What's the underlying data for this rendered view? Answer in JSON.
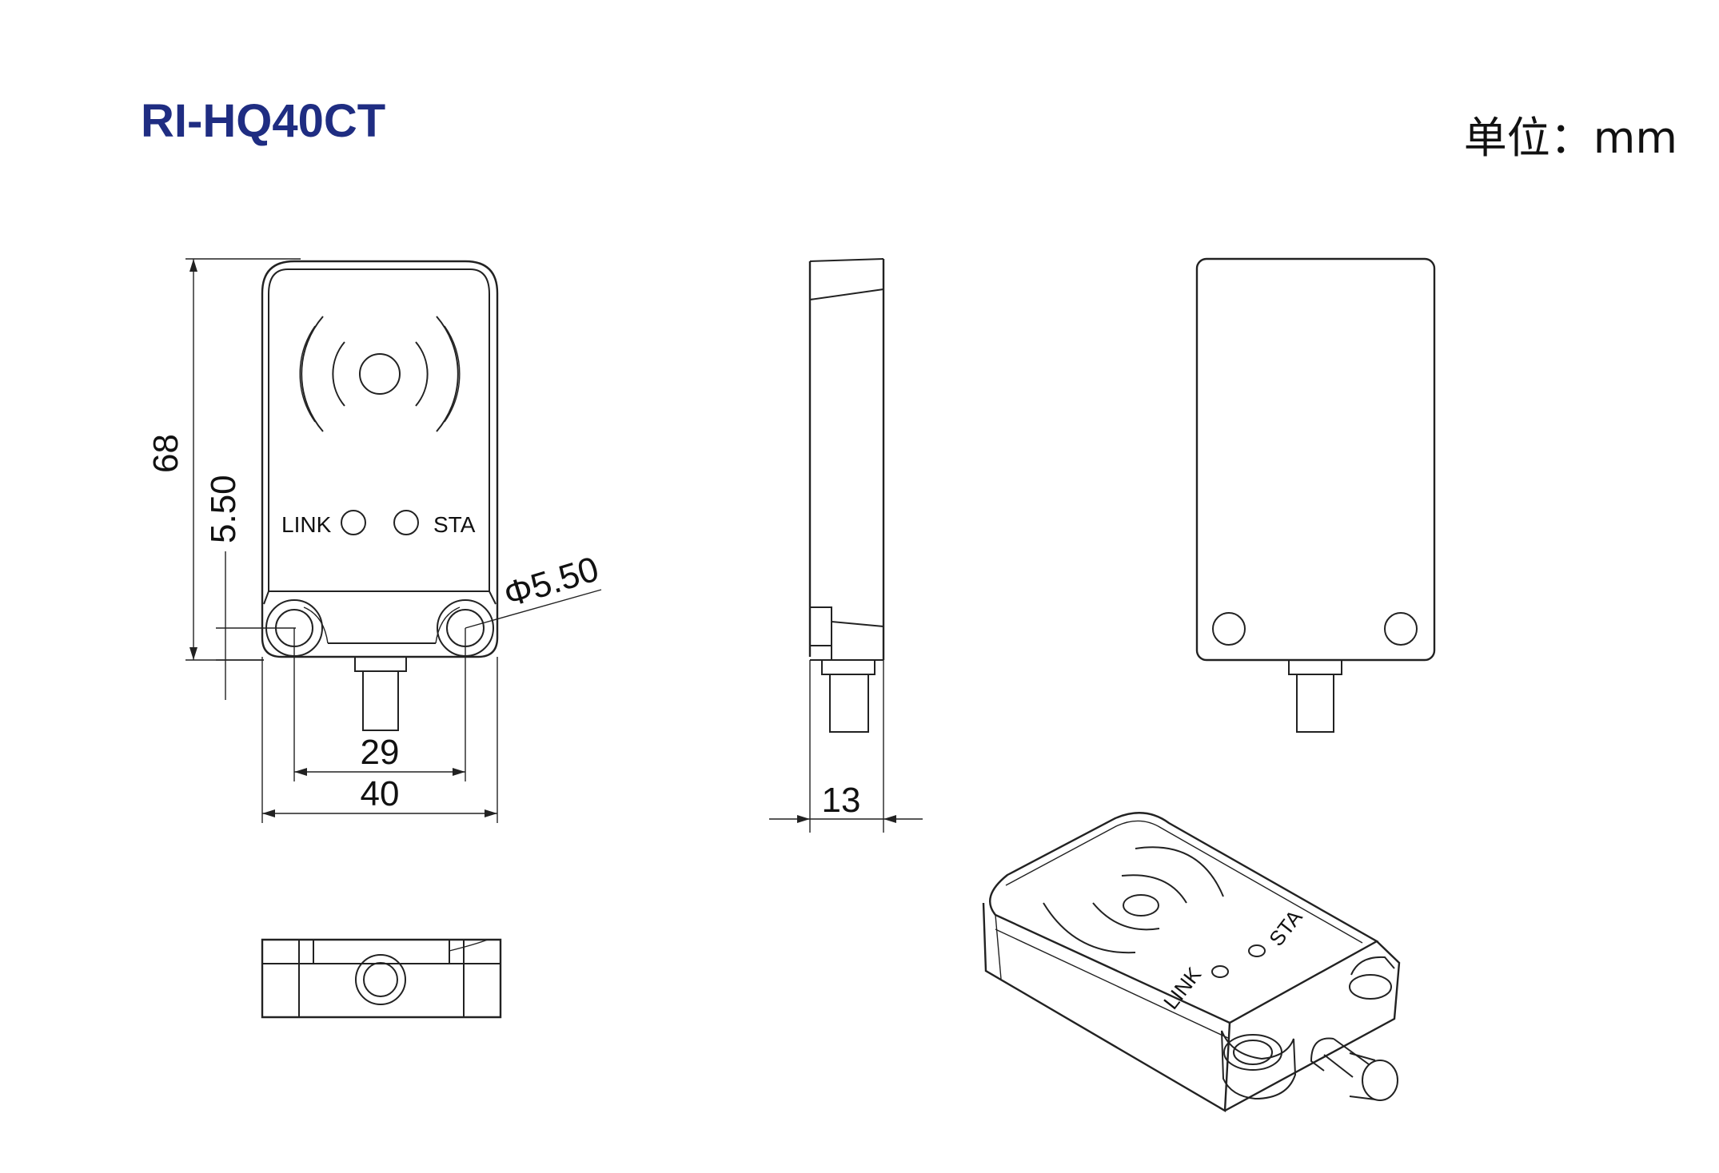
{
  "header": {
    "title": "RI-HQ40CT",
    "unit": "单位：mm"
  },
  "front_view": {
    "dim_height": "68",
    "dim_hole_offset": "5.50",
    "dim_hole_diameter": "Φ5.50",
    "dim_hole_spacing": "29",
    "dim_width": "40",
    "label_link": "LINK",
    "label_sta": "STA"
  },
  "side_view": {
    "dim_thickness": "13"
  },
  "iso_view": {
    "label_link": "LINK",
    "label_sta": "STA"
  }
}
